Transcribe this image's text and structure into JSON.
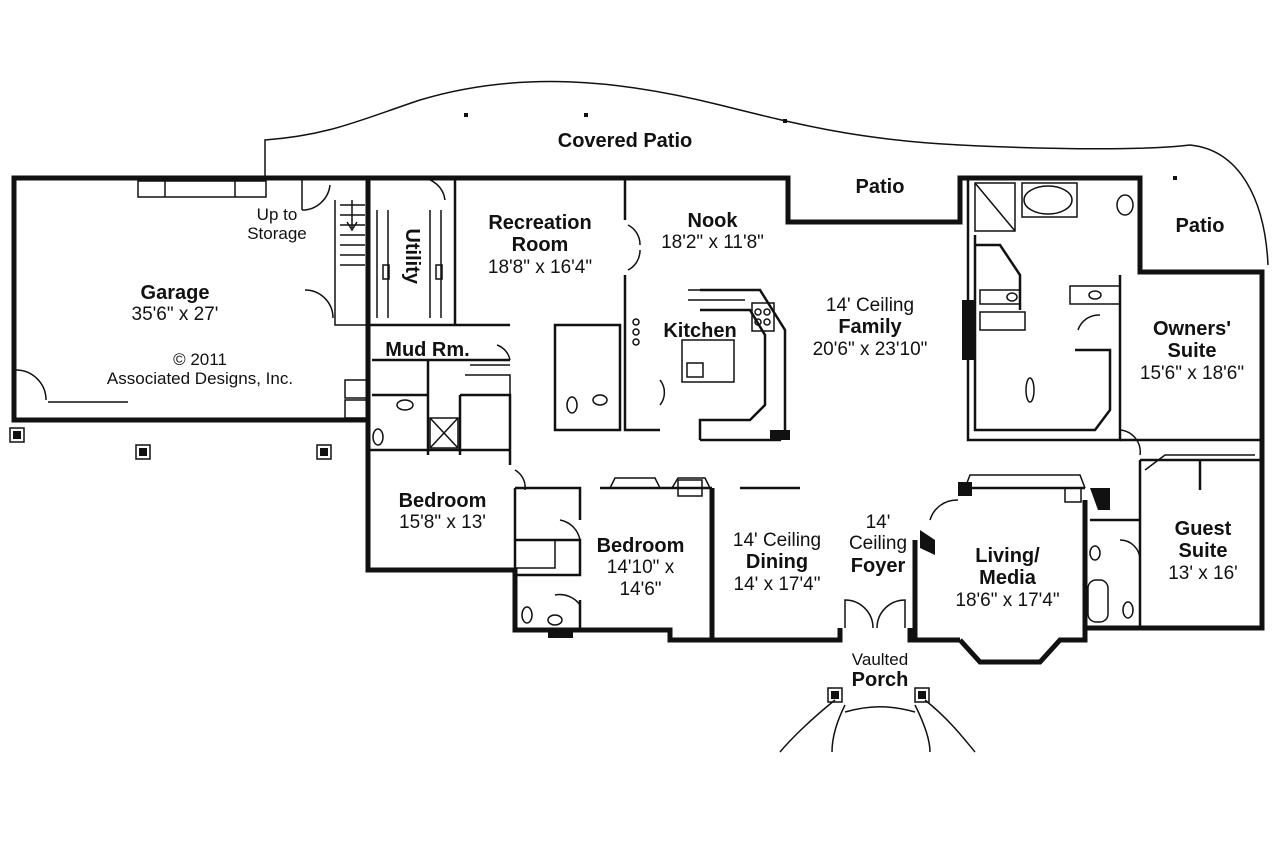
{
  "plan": {
    "labels": {
      "covered_patio": "Covered Patio",
      "patio_center": "Patio",
      "patio_right": "Patio",
      "up_to_storage_line1": "Up to",
      "up_to_storage_line2": "Storage",
      "garage_name": "Garage",
      "garage_dim": "35'6\" x 27'",
      "copyright_line1": "© 2011",
      "copyright_line2": "Associated Designs, Inc.",
      "utility": "Utility",
      "recreation_name1": "Recreation",
      "recreation_name2": "Room",
      "recreation_dim": "18'8\" x 16'4\"",
      "nook_name": "Nook",
      "nook_dim": "18'2\" x 11'8\"",
      "family_ceiling": "14' Ceiling",
      "family_name": "Family",
      "family_dim": "20'6\" x 23'10\"",
      "kitchen": "Kitchen",
      "mud_room": "Mud Rm.",
      "owners_name1": "Owners'",
      "owners_name2": "Suite",
      "owners_dim": "15'6\" x 18'6\"",
      "bedroom1_name": "Bedroom",
      "bedroom1_dim": "15'8\" x 13'",
      "bedroom2_name": "Bedroom",
      "bedroom2_dim1": "14'10\" x",
      "bedroom2_dim2": "14'6\"",
      "dining_ceiling": "14' Ceiling",
      "dining_name": "Dining",
      "dining_dim": "14' x 17'4\"",
      "foyer_ceiling1": "14'",
      "foyer_ceiling2": "Ceiling",
      "foyer_name": "Foyer",
      "living_name1": "Living/",
      "living_name2": "Media",
      "living_dim": "18'6\" x 17'4\"",
      "guest_name1": "Guest",
      "guest_name2": "Suite",
      "guest_dim": "13' x 16'",
      "porch_line1": "Vaulted",
      "porch_line2": "Porch"
    }
  }
}
